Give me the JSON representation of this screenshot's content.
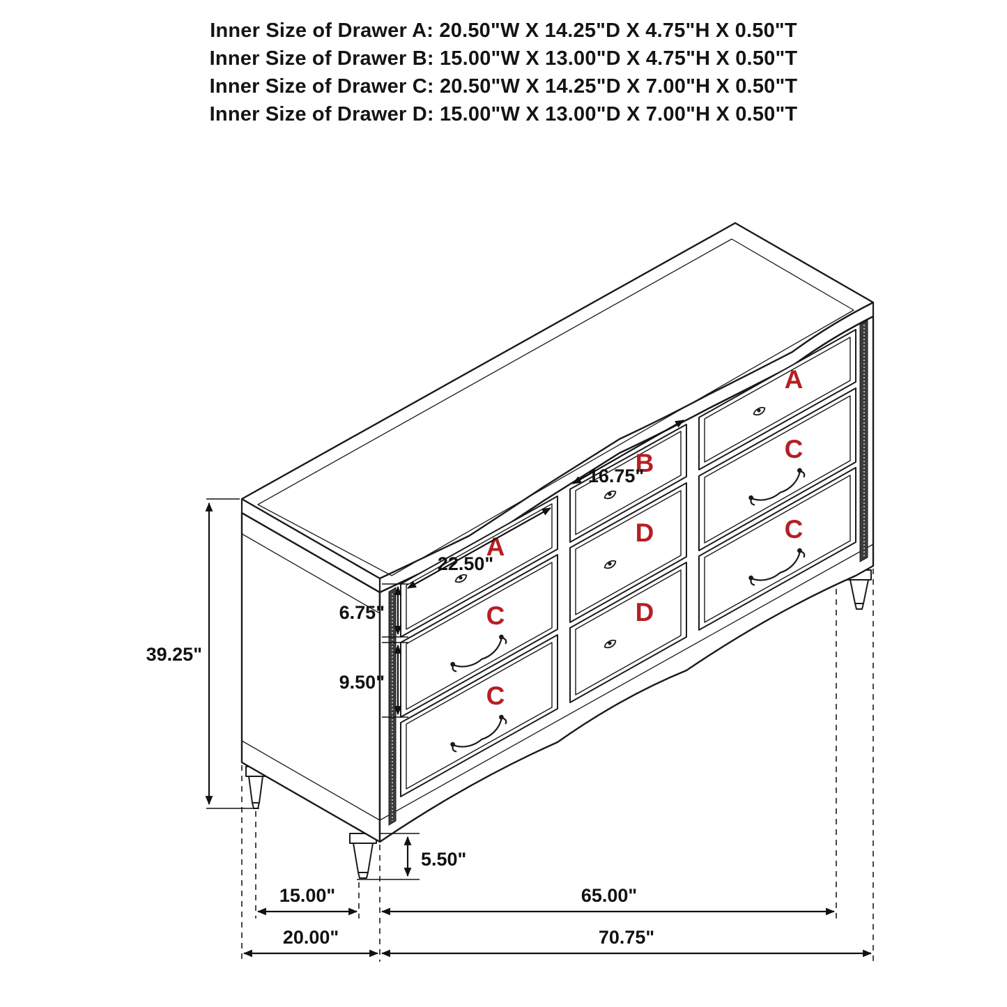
{
  "title_block": {
    "lines": [
      "Inner Size of Drawer A: 20.50\"W X 14.25\"D X 4.75\"H X 0.50\"T",
      "Inner Size of Drawer B: 15.00\"W X 13.00\"D X 4.75\"H X 0.50\"T",
      "Inner Size of Drawer C: 20.50\"W X 14.25\"D X 7.00\"H X 0.50\"T",
      "Inner Size of Drawer D: 15.00\"W X 13.00\"D X 7.00\"H X 0.50\"T"
    ]
  },
  "drawer_labels": {
    "left_column": [
      "A",
      "C",
      "C"
    ],
    "middle_column": [
      "B",
      "D",
      "D"
    ],
    "right_column": [
      "A",
      "C",
      "C"
    ]
  },
  "dimensions": {
    "overall_height": "39.25\"",
    "left_drawer_width": "22.50\"",
    "middle_drawer_width": "16.75\"",
    "top_drawer_front_height": "6.75\"",
    "lower_drawer_front_height": "9.50\"",
    "leg_height": "5.50\"",
    "front_leg_setback_depth": "15.00\"",
    "drawer_area_width": "65.00\"",
    "overall_depth": "20.00\"",
    "overall_width": "70.75\""
  },
  "colors": {
    "drawer_label_red": "#b51f24",
    "line_color": "#1a1a1a"
  }
}
